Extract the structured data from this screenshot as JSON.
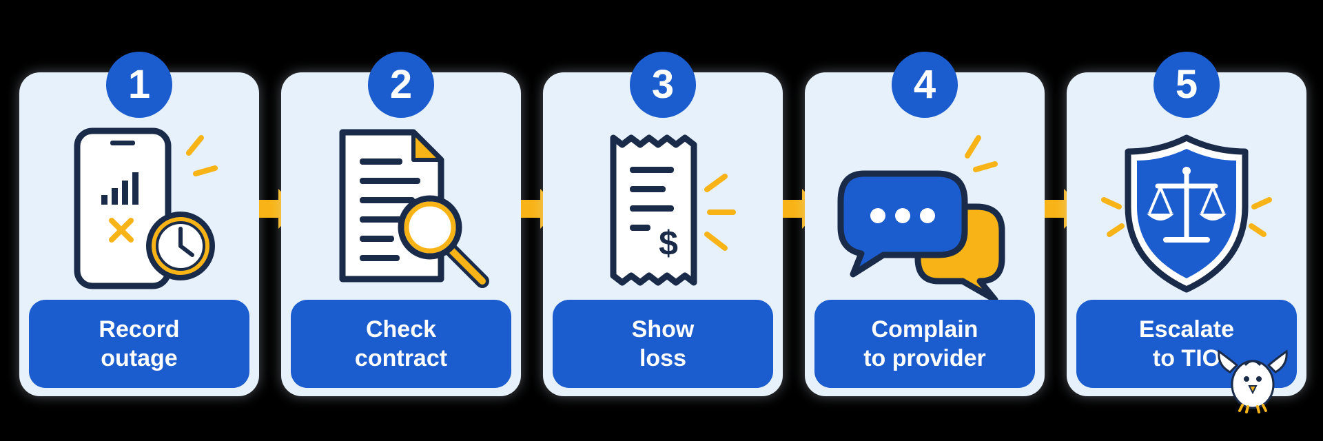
{
  "colors": {
    "primary": "#1b5ccf",
    "accent": "#f8b416",
    "card": "#e6f1fc",
    "ink": "#1a2b4a"
  },
  "steps": [
    {
      "number": "1",
      "line1": "Record",
      "line2": "outage",
      "icon": "phone-clock-icon"
    },
    {
      "number": "2",
      "line1": "Check",
      "line2": "contract",
      "icon": "document-magnifier-icon"
    },
    {
      "number": "3",
      "line1": "Show",
      "line2": "loss",
      "icon": "receipt-dollar-icon"
    },
    {
      "number": "4",
      "line1": "Complain",
      "line2": "to provider",
      "icon": "chat-bubbles-icon"
    },
    {
      "number": "5",
      "line1": "Escalate",
      "line2": "to TIO",
      "icon": "shield-scales-icon"
    }
  ]
}
